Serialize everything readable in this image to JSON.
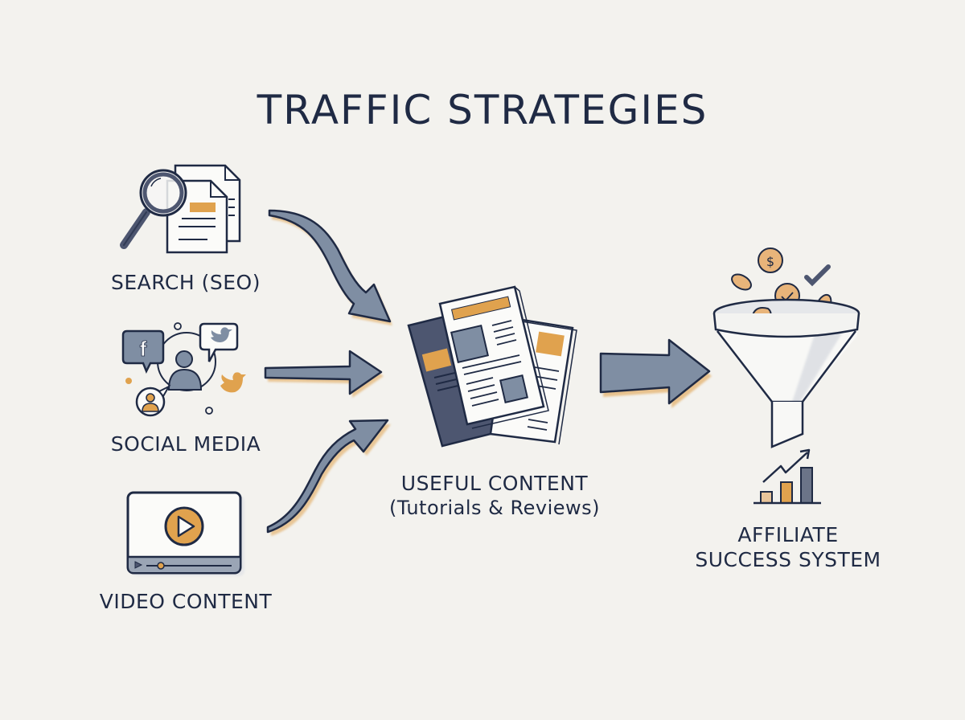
{
  "title": "TRAFFIC STRATEGIES",
  "sources": [
    {
      "label": "SEARCH (SEO)",
      "icon": "magnifier-documents-icon"
    },
    {
      "label": "SOCIAL MEDIA",
      "icon": "social-network-icon"
    },
    {
      "label": "VIDEO CONTENT",
      "icon": "video-player-icon"
    }
  ],
  "hub": {
    "label": "USEFUL CONTENT",
    "sublabel": "(Tutorials & Reviews)",
    "icon": "documents-stack-icon"
  },
  "result": {
    "label_line1": "AFFILIATE",
    "label_line2": "SUCCESS SYSTEM",
    "icon": "funnel-coins-icon",
    "chart_icon": "growth-bar-chart-icon"
  },
  "colors": {
    "background": "#f3f2ee",
    "ink": "#1f2a44",
    "arrow_fill": "#7f8ea3",
    "accent": "#e0a24e",
    "slate": "#4d5670"
  }
}
